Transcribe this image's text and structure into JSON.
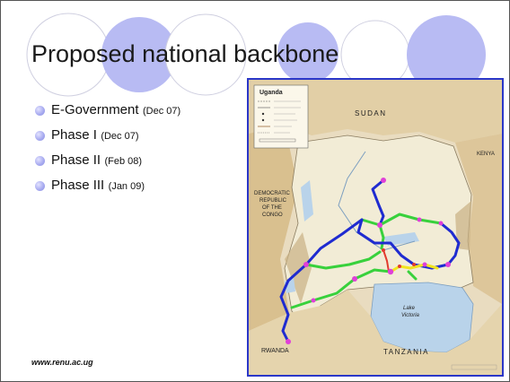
{
  "slide": {
    "title": "Proposed national backbone",
    "footer": "www.renu.ac.ug"
  },
  "bullets": [
    {
      "main": "E-Government",
      "date": "(Dec 07)"
    },
    {
      "main": "Phase I",
      "date": "(Dec 07)"
    },
    {
      "main": "Phase II",
      "date": "(Feb 08)"
    },
    {
      "main": "Phase III",
      "date": "(Jan 09)"
    }
  ],
  "map": {
    "legend_title": "Uganda",
    "labels": {
      "sudan": "SUDAN",
      "kenya": "KENYA",
      "drc_1": "DEMOCRATIC",
      "drc_2": "REPUBLIC",
      "drc_3": "OF THE",
      "drc_4": "CONGO",
      "rwanda": "RWANDA",
      "tanzania": "TANZANIA",
      "lake_1": "Lake",
      "lake_2": "Victoria"
    }
  },
  "colors": {
    "bullet_dot": "#a5a8ef",
    "circle_fill": "#b8bbf3",
    "map_border": "#2b37c8",
    "route_blue": "#1f2bd0",
    "route_green": "#38d13c",
    "route_yellow": "#f1e41e",
    "node_magenta": "#e040d8"
  }
}
